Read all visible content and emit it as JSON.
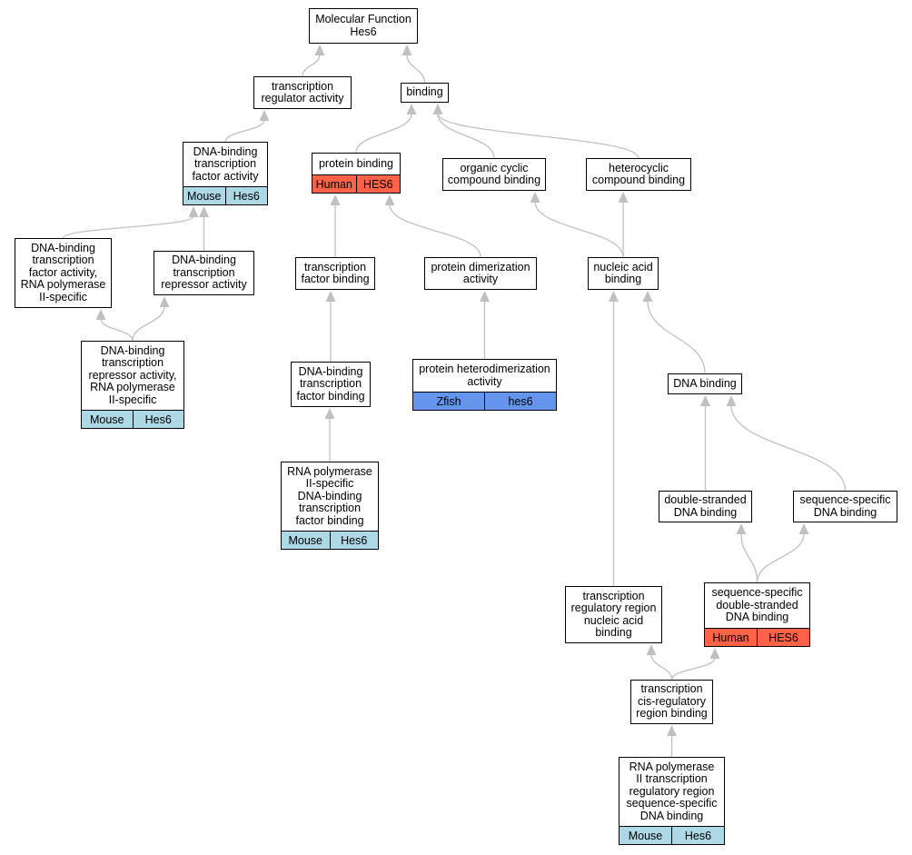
{
  "colors": {
    "edge": "#c0c0c0",
    "Mouse": "#add8e6",
    "Human": "#ff6347",
    "Zfish": "#6495ed"
  },
  "nodes": [
    {
      "id": "mf",
      "lines": [
        "Molecular Function",
        "Hes6"
      ]
    },
    {
      "id": "tra",
      "lines": [
        "transcription",
        "regulator activity"
      ]
    },
    {
      "id": "bind",
      "lines": [
        "binding"
      ]
    },
    {
      "id": "dbtf",
      "lines": [
        "DNA-binding",
        "transcription",
        "factor activity"
      ],
      "tags": [
        {
          "species": "Mouse",
          "gene": "Hes6"
        }
      ]
    },
    {
      "id": "pb",
      "lines": [
        "protein binding"
      ],
      "tags": [
        {
          "species": "Human",
          "gene": "HES6"
        }
      ]
    },
    {
      "id": "occb",
      "lines": [
        "organic cyclic",
        "compound binding"
      ]
    },
    {
      "id": "hccb",
      "lines": [
        "heterocyclic",
        "compound binding"
      ]
    },
    {
      "id": "dbtfp",
      "lines": [
        "DNA-binding",
        "transcription",
        "factor activity,",
        "RNA polymerase",
        "II-specific"
      ]
    },
    {
      "id": "dbtr",
      "lines": [
        "DNA-binding",
        "transcription",
        "repressor activity"
      ]
    },
    {
      "id": "tfb",
      "lines": [
        "transcription",
        "factor binding"
      ]
    },
    {
      "id": "pda",
      "lines": [
        "protein dimerization",
        "activity"
      ]
    },
    {
      "id": "nab",
      "lines": [
        "nucleic acid",
        "binding"
      ]
    },
    {
      "id": "dbtrp",
      "lines": [
        "DNA-binding",
        "transcription",
        "repressor activity,",
        "RNA polymerase",
        "II-specific"
      ],
      "tags": [
        {
          "species": "Mouse",
          "gene": "Hes6"
        }
      ]
    },
    {
      "id": "dbtfb",
      "lines": [
        "DNA-binding",
        "transcription",
        "factor binding"
      ]
    },
    {
      "id": "phda",
      "lines": [
        "protein heterodimerization",
        "activity"
      ],
      "tags": [
        {
          "species": "Zfish",
          "gene": "hes6"
        }
      ]
    },
    {
      "id": "db",
      "lines": [
        "DNA binding"
      ]
    },
    {
      "id": "rnap",
      "lines": [
        "RNA polymerase",
        "II-specific",
        "DNA-binding",
        "transcription",
        "factor binding"
      ],
      "tags": [
        {
          "species": "Mouse",
          "gene": "Hes6"
        }
      ]
    },
    {
      "id": "dsdb",
      "lines": [
        "double-stranded",
        "DNA binding"
      ]
    },
    {
      "id": "ssdb",
      "lines": [
        "sequence-specific",
        "DNA binding"
      ]
    },
    {
      "id": "trnab",
      "lines": [
        "transcription",
        "regulatory region",
        "nucleic acid",
        "binding"
      ]
    },
    {
      "id": "ssds",
      "lines": [
        "sequence-specific",
        "double-stranded",
        "DNA binding"
      ],
      "tags": [
        {
          "species": "Human",
          "gene": "HES6"
        }
      ]
    },
    {
      "id": "tcrb",
      "lines": [
        "transcription",
        "cis-regulatory",
        "region binding"
      ]
    },
    {
      "id": "rnaptr",
      "lines": [
        "RNA polymerase",
        "II transcription",
        "regulatory region",
        "sequence-specific",
        "DNA binding"
      ],
      "tags": [
        {
          "species": "Mouse",
          "gene": "Hes6"
        }
      ]
    }
  ],
  "edges": [
    [
      "tra",
      "mf"
    ],
    [
      "bind",
      "mf"
    ],
    [
      "dbtf",
      "tra"
    ],
    [
      "pb",
      "bind"
    ],
    [
      "occb",
      "bind"
    ],
    [
      "hccb",
      "bind"
    ],
    [
      "dbtfp",
      "dbtf"
    ],
    [
      "dbtr",
      "dbtf"
    ],
    [
      "dbtrp",
      "dbtfp"
    ],
    [
      "dbtrp",
      "dbtr"
    ],
    [
      "tfb",
      "pb"
    ],
    [
      "pda",
      "pb"
    ],
    [
      "dbtfb",
      "tfb"
    ],
    [
      "rnap",
      "dbtfb"
    ],
    [
      "phda",
      "pda"
    ],
    [
      "nab",
      "occb"
    ],
    [
      "nab",
      "hccb"
    ],
    [
      "db",
      "nab"
    ],
    [
      "trnab",
      "nab"
    ],
    [
      "dsdb",
      "db"
    ],
    [
      "ssdb",
      "db"
    ],
    [
      "ssds",
      "dsdb"
    ],
    [
      "ssds",
      "ssdb"
    ],
    [
      "tcrb",
      "trnab"
    ],
    [
      "tcrb",
      "ssds"
    ],
    [
      "rnaptr",
      "tcrb"
    ]
  ]
}
